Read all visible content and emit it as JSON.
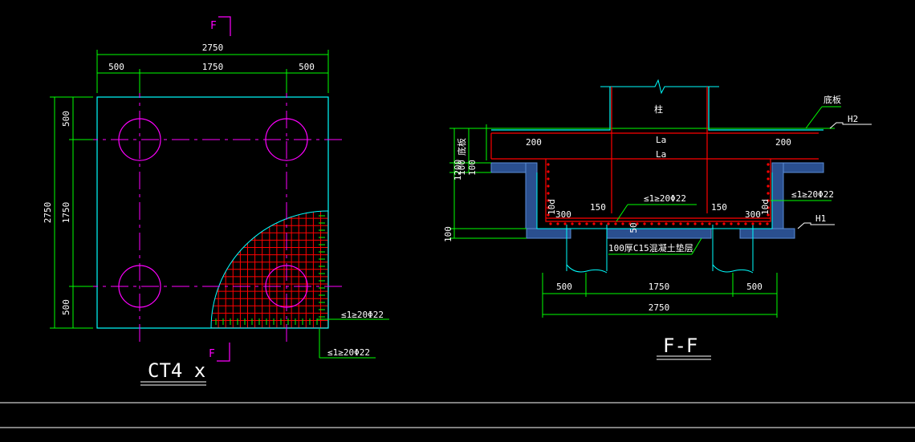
{
  "colors": {
    "background": "#000000",
    "dimension": "#00ff00",
    "outline": "#00ffff",
    "center_line": "#ff00ff",
    "rebar": "#ff0000",
    "concrete": "#5a8dd6",
    "text": "#ffffff"
  },
  "plan": {
    "section_mark_top": "F",
    "section_mark_bottom": "F",
    "dim_total_top": "2750",
    "dim_left": "500",
    "dim_mid": "1750",
    "dim_right": "500",
    "dim_total_side": "2750",
    "dim_side_top": "500",
    "dim_side_mid": "1750",
    "dim_side_bottom": "500",
    "rebar_note_1": "≤1≥20Φ22",
    "rebar_note_2": "≤1≥20Φ22",
    "title": "CT4 x"
  },
  "section": {
    "column_label": "柱",
    "slab_label": "底板",
    "h2": "H2",
    "h1": "H1",
    "la_top": "La",
    "la_bottom": "La",
    "left_200": "200",
    "right_200": "200",
    "left_300": "300",
    "right_300": "300",
    "left_150": "150",
    "right_150": "150",
    "left_10d": "10d",
    "right_10d": "10d",
    "fifty": "50",
    "rebar_note_mid": "≤1≥20Φ22",
    "rebar_note_right": "≤1≥20Φ22",
    "cushion_note": "100厚C15混凝土垫层",
    "dim_1200": "1200",
    "dim_100_a": "100",
    "dim_100_b": "100",
    "dim_100_c": "100",
    "dim_slab": "底板",
    "dim_bottom_left": "500",
    "dim_bottom_mid": "1750",
    "dim_bottom_right": "500",
    "dim_bottom_total": "2750",
    "title": "F-F"
  }
}
